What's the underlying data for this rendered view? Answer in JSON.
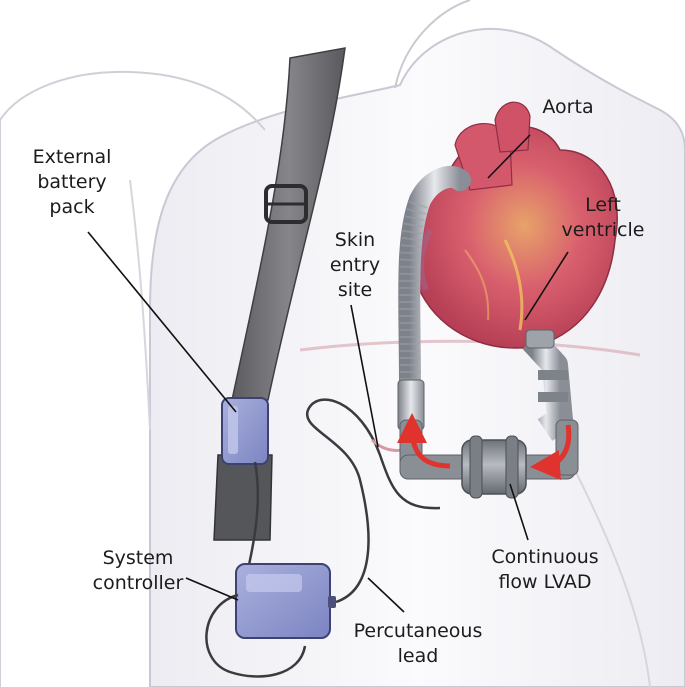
{
  "labels": {
    "aorta": "Aorta",
    "left_ventricle": [
      "Left",
      "ventricle"
    ],
    "external_battery": [
      "External",
      "battery",
      "pack"
    ],
    "skin_entry": [
      "Skin",
      "entry",
      "site"
    ],
    "system_controller": [
      "System",
      "controller"
    ],
    "percutaneous_lead": [
      "Percutaneous",
      "lead"
    ],
    "lvad": [
      "Continuous",
      "flow LVAD"
    ]
  },
  "colors": {
    "background": "#ffffff",
    "torso_fill": "#f8f8fb",
    "outline": "#c9c9d4",
    "strap": "#6e6e71",
    "battery_blue": "#8d97cc",
    "controller_blue": "#8f95cf",
    "heart_red": "#cc4f5e",
    "pump_gray": "#8f9397",
    "flow_arrow": "#e0332e",
    "leader": "#111111"
  },
  "icons": [
    "heart-illustration",
    "lvad-pump-icon",
    "battery-pack-icon",
    "controller-box-icon",
    "flow-arrow-icon"
  ]
}
